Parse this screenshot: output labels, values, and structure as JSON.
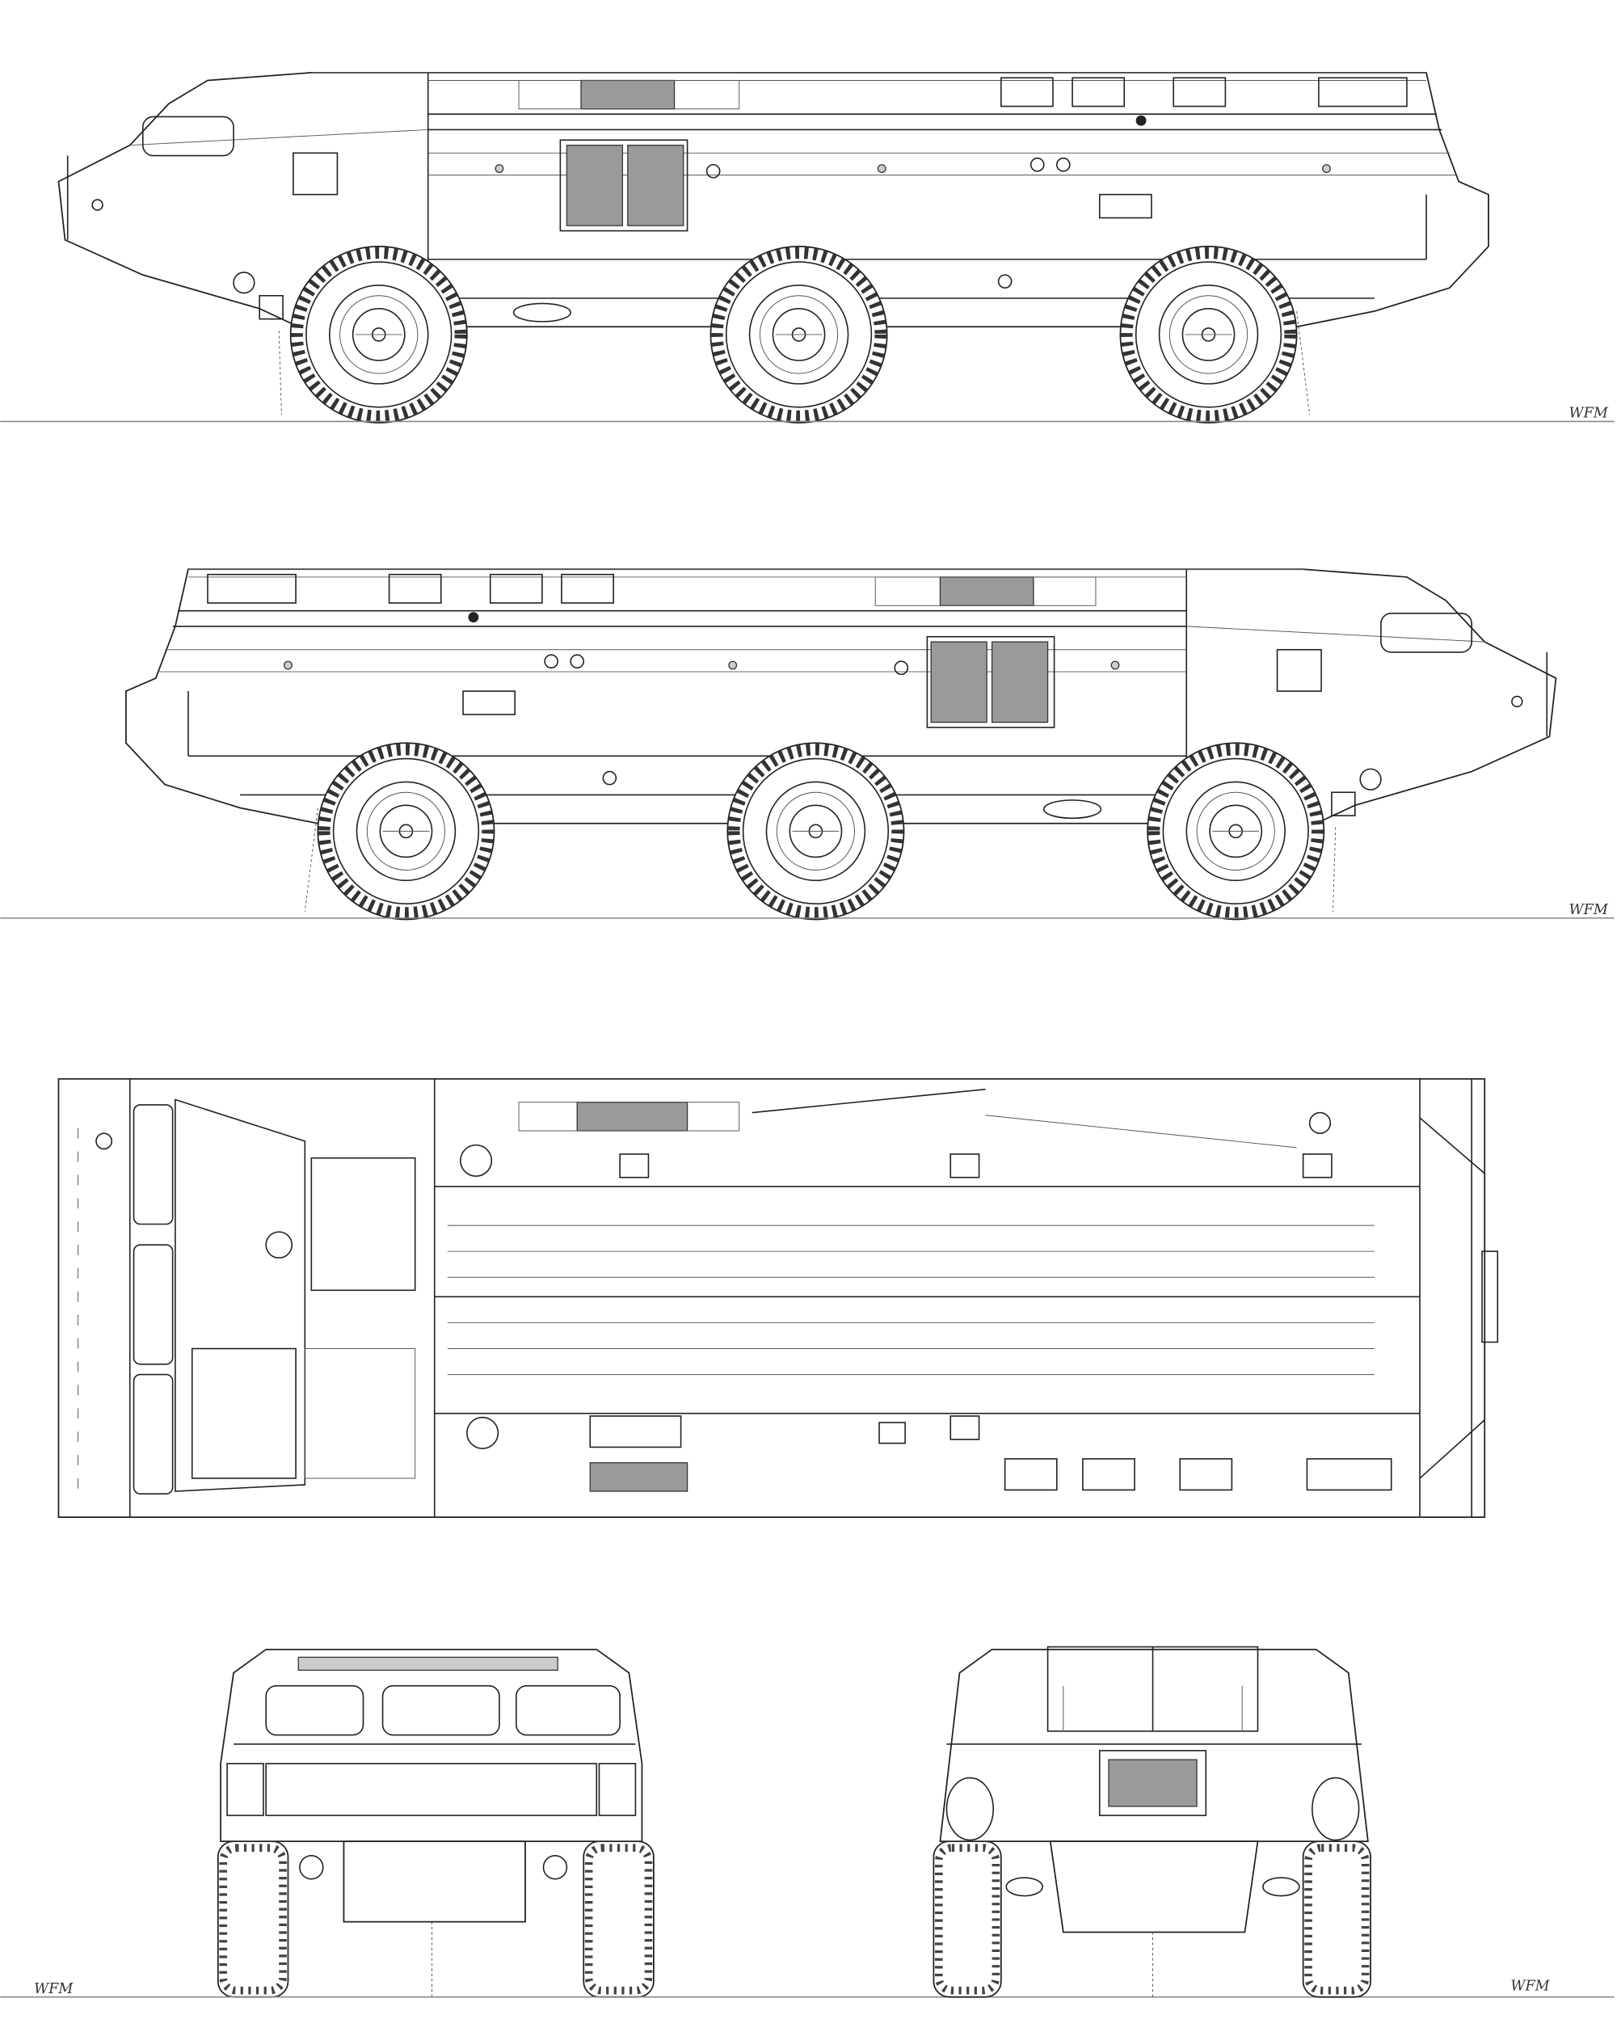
{
  "drawing": {
    "views": [
      "left-side",
      "right-side",
      "top",
      "front",
      "rear"
    ],
    "signature": "WFM",
    "signatures": [
      "WFM",
      "WFM",
      "WFM",
      "WFM"
    ],
    "colors": {
      "line": "#222222",
      "background": "#ffffff",
      "grille": "#9a9a9a"
    }
  }
}
